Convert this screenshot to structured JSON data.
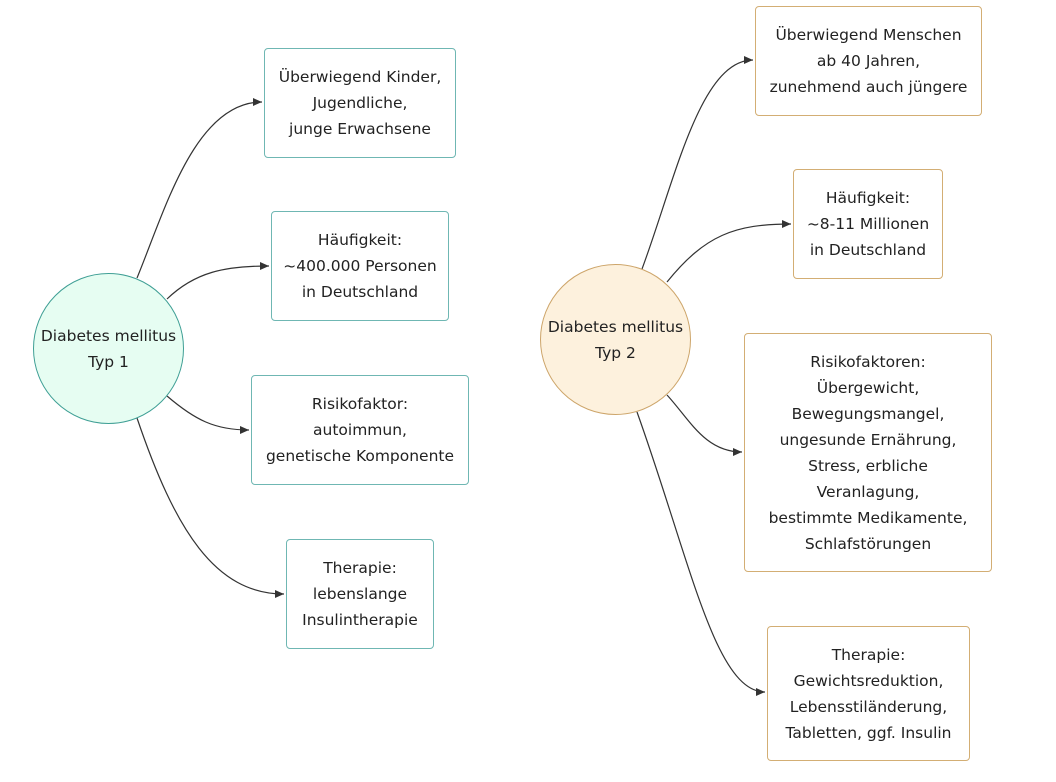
{
  "type1": {
    "center": "Diabetes mellitus\nTyp 1",
    "nodes": [
      "Überwiegend Kinder,\nJugendliche,\njunge Erwachsene",
      "Häufigkeit:\n~400.000 Personen\nin Deutschland",
      "Risikofaktor:\nautoimmun,\ngenetische Komponente",
      "Therapie:\nlebenslange\nInsulintherapie"
    ]
  },
  "type2": {
    "center": "Diabetes mellitus\nTyp 2",
    "nodes": [
      "Überwiegend Menschen\nab 40 Jahren,\nzunehmend auch jüngere",
      "Häufigkeit:\n~8-11 Millionen\nin Deutschland",
      "Risikofaktoren:\nÜbergewicht,\nBewegungsmangel,\nungesunde Ernährung,\nStress, erbliche\nVeranlagung,\nbestimmte Medikamente,\nSchlafstörungen",
      "Therapie:\nGewichtsreduktion,\nLebensstiländerung,\nTabletten, ggf. Insulin"
    ]
  },
  "colors": {
    "type1_fill": "#e6fdf2",
    "type1_stroke": "#3f9f95",
    "type2_fill": "#fdf1dd",
    "type2_stroke": "#cda56a",
    "edge": "#333333"
  }
}
